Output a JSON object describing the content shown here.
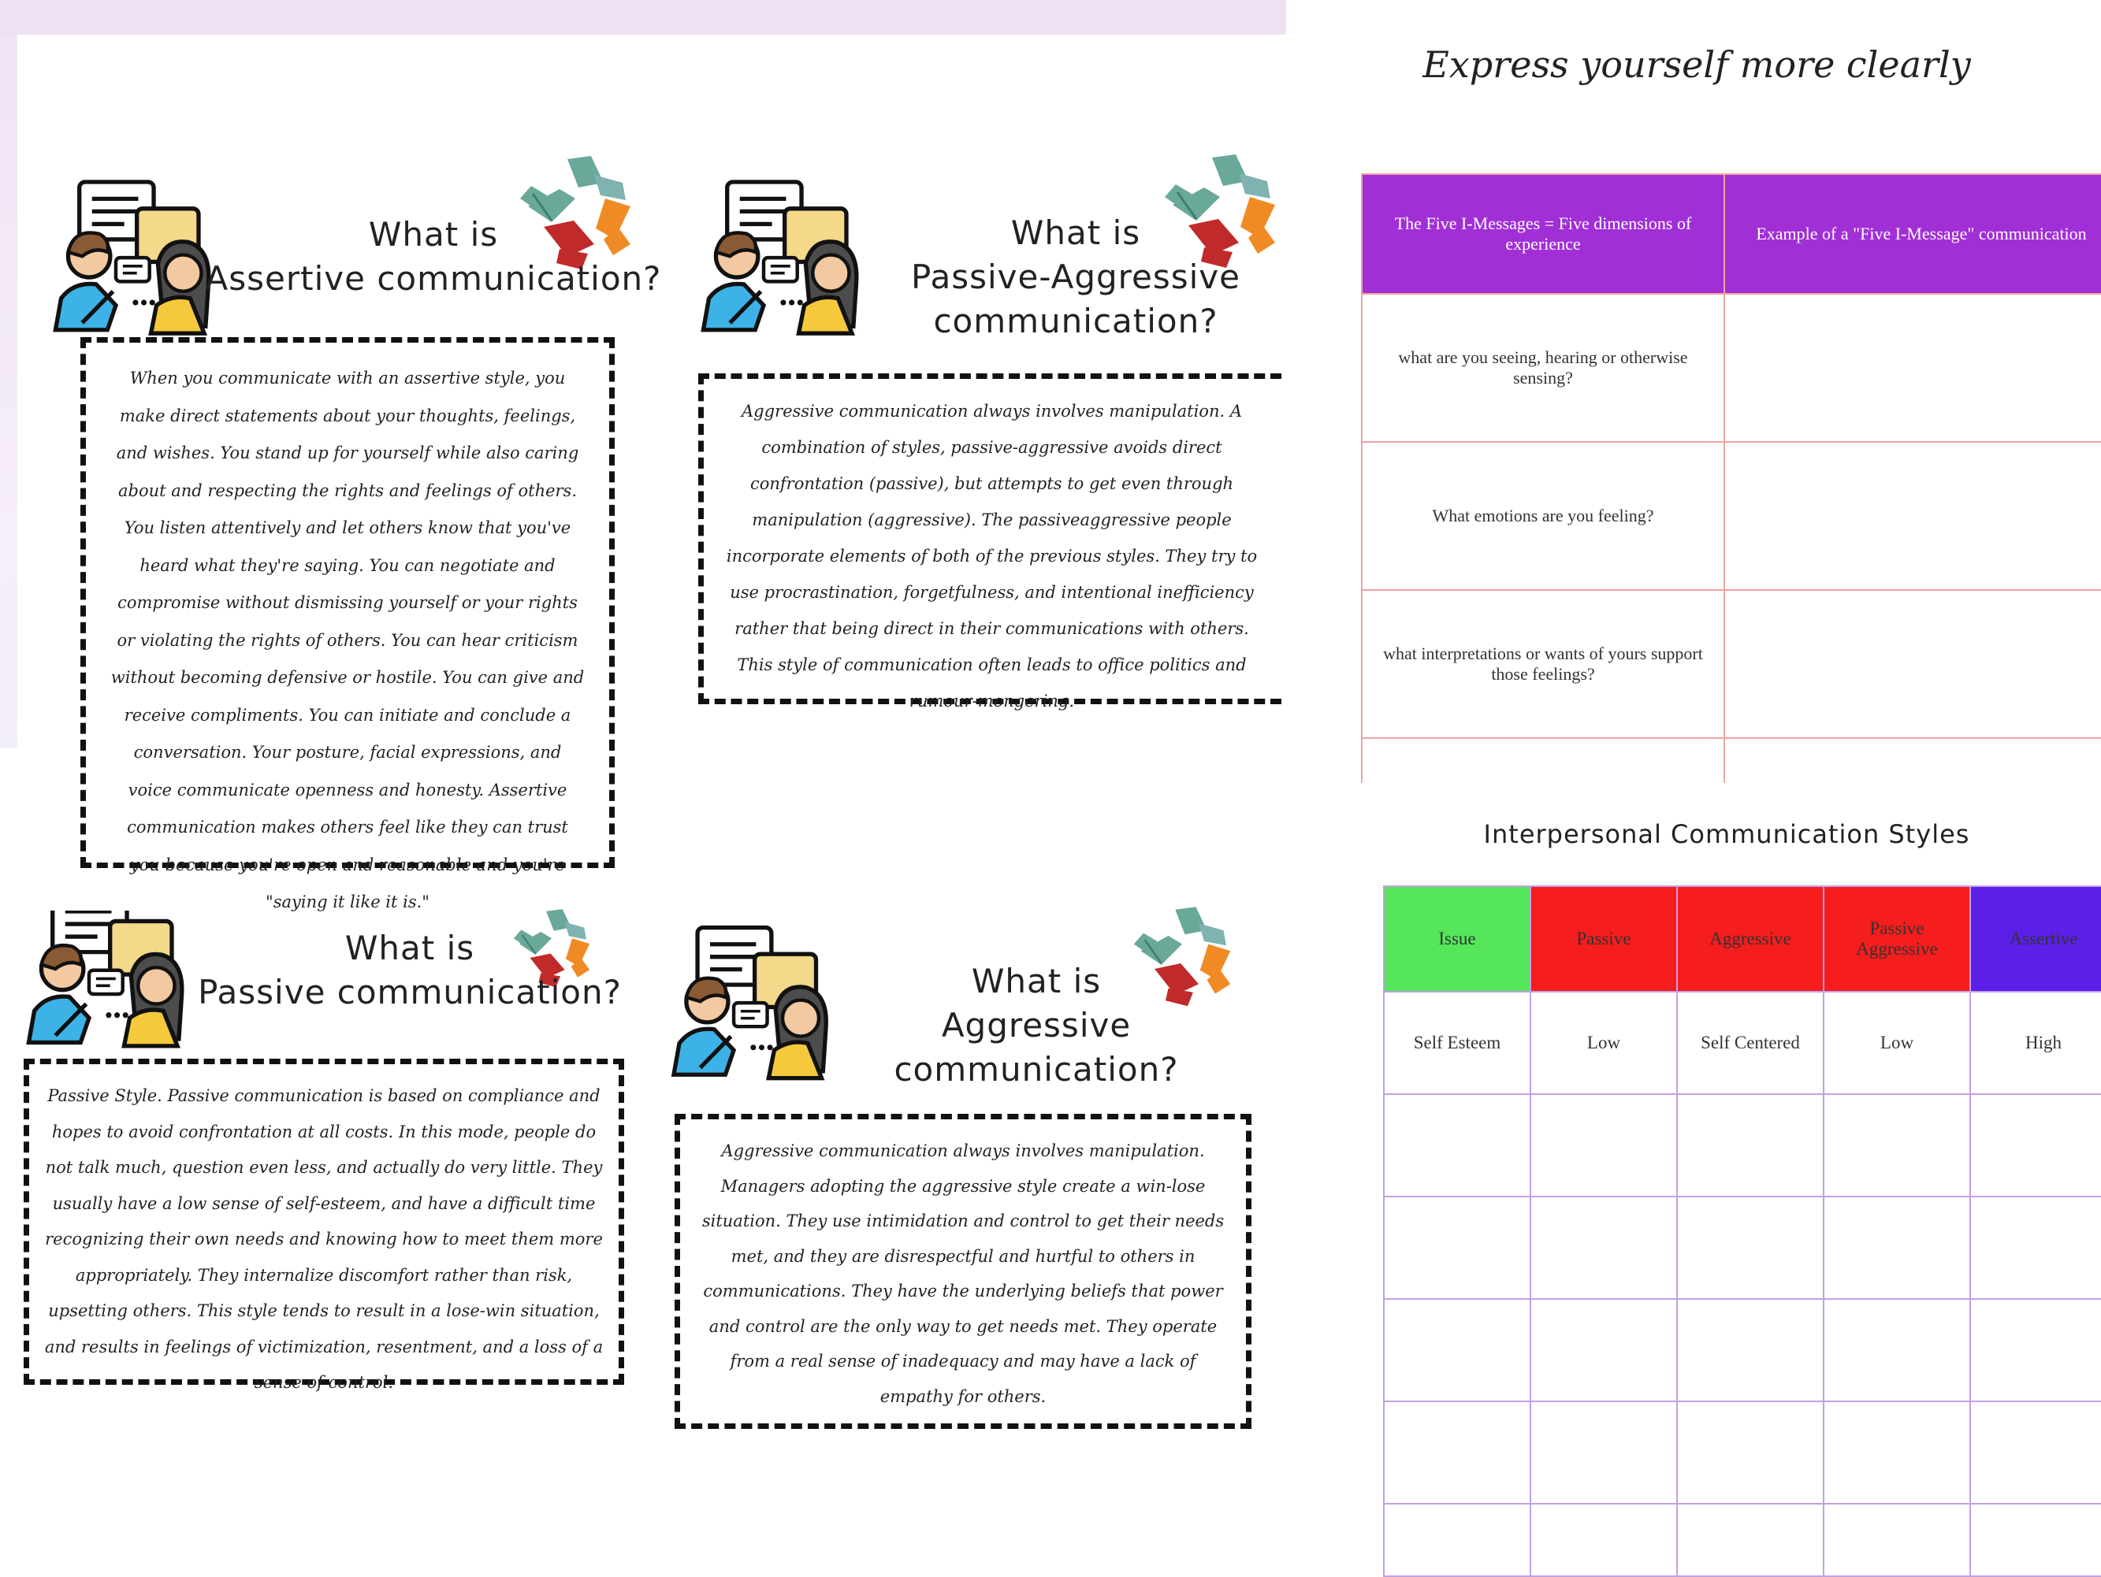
{
  "cards": {
    "assertive": {
      "heading_line1": "What is",
      "heading_line2": "Assertive communication?",
      "body": "When you communicate with an assertive style, you make direct statements about your thoughts, feelings, and wishes. You stand up for yourself while also caring about and respecting the rights and feelings of others. You listen attentively and let others know that you've heard what they're saying. You can negotiate and compromise without dismissing yourself or your rights or violating the rights of others. You can hear criticism without becoming defensive or hostile. You can give and receive compliments. You can initiate and conclude a conversation. Your posture, facial expressions, and voice communicate openness and honesty. Assertive communication makes others feel like they can trust you because you're open and reasonable and you're \"saying it like it is.\""
    },
    "passive_aggressive": {
      "heading_line1": "What is",
      "heading_line2": "Passive-Aggressive",
      "heading_line3": "communication?",
      "body": "Aggressive communication always involves manipulation. A combination of styles, passive-aggressive avoids direct confrontation (passive), but attempts to get even through manipulation (aggressive). The passiveaggressive people incorporate elements of both of the previous styles. They try to use procrastination, forgetfulness, and intentional inefficiency rather that being direct in their communications with others. This style of communication often leads to office politics and rumour-mongering."
    },
    "passive": {
      "heading_line1": "What is",
      "heading_line2": "Passive communication?",
      "body": "Passive Style. Passive communication is based on compliance and hopes to avoid confrontation at all costs. In this mode, people do not talk much, question even less, and actually do very little. They usually have a low sense of self-esteem, and have a difficult time recognizing their own needs and knowing how to meet them more appropriately. They internalize discomfort rather than risk, upsetting others. This style tends to result in a lose-win situation, and results in feelings of victimization, resentment, and a loss of a sense of control."
    },
    "aggressive": {
      "heading_line1": "What is",
      "heading_line2": "Aggressive communication?",
      "body": "Aggressive communication always involves manipulation. Managers adopting the aggressive style create a win-lose situation. They use intimidation and control to get their needs met, and they are disrespectful and hurtful to others in communications. They have the underlying beliefs that power and control are the only way to get needs met. They operate from a real sense of inadequacy and may have a lack of empathy for others."
    }
  },
  "i_messages": {
    "title": "Express yourself more clearly",
    "headers": [
      "The Five I-Messages = Five dimensions of experience",
      "Example of a \"Five I-Message\" communication"
    ],
    "rows": [
      "what are you seeing, hearing or otherwise sensing?",
      "What emotions are you feeling?",
      "what interpretations or wants of yours support those feelings?"
    ]
  },
  "styles_table": {
    "title": "Interpersonal Communication Styles",
    "headers": [
      "Issue",
      "Passive",
      "Aggressive",
      "Passive Aggressive",
      "Assertive"
    ],
    "header_colors": [
      "#55e65a",
      "#f51d1d",
      "#f51d1d",
      "#f51d1d",
      "#5b1fe8"
    ],
    "rows": [
      [
        "Self Esteem",
        "Low",
        "Self Centered",
        "Low",
        "High"
      ]
    ]
  }
}
